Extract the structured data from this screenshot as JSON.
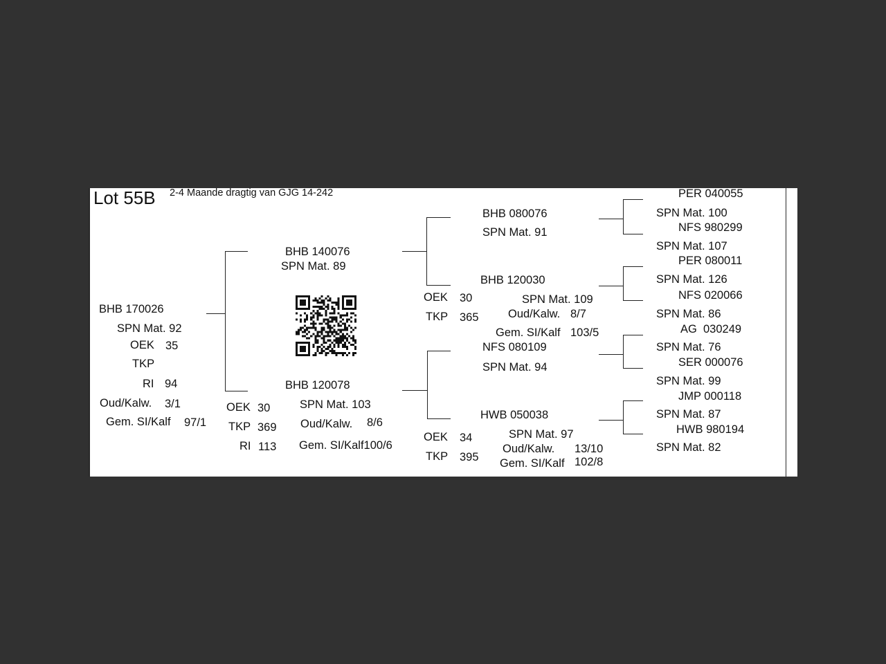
{
  "header": {
    "lot": "Lot 55B",
    "description": "2-4 Maande dragtig van GJG 14-242"
  },
  "animal": {
    "id": "BHB 170026",
    "spn": "SPN Mat. 92",
    "oek_label": "OEK",
    "oek_value": "35",
    "tkp_label": "TKP",
    "ri_label": "RI",
    "ri_value": "94",
    "oud_label": "Oud/Kalw.",
    "oud_value": "3/1",
    "gem_label": "Gem. SI/Kalf",
    "gem_value": "97/1"
  },
  "sire": {
    "id": "BHB 140076",
    "spn": "SPN Mat. 89"
  },
  "dam": {
    "id": "BHB 120078",
    "spn": "SPN Mat. 103",
    "oek_label": "OEK",
    "oek_value": "30",
    "tkp_label": "TKP",
    "tkp_value": "369",
    "ri_label": "RI",
    "ri_value": "113",
    "oud_label": "Oud/Kalw.",
    "oud_value": "8/6",
    "gem": "Gem. SI/Kalf100/6"
  },
  "sire_sire": {
    "id": "BHB 080076",
    "spn": "SPN Mat. 91"
  },
  "sire_dam": {
    "id": "BHB 120030",
    "oek_label": "OEK",
    "oek_value": "30",
    "tkp_label": "TKP",
    "tkp_value": "365",
    "spn": "SPN Mat. 109",
    "oud_label": "Oud/Kalw.",
    "oud_value": "8/7",
    "gem_label": "Gem. SI/Kalf",
    "gem_value": "103/5"
  },
  "dam_sire": {
    "id": "NFS 080109",
    "spn": "SPN Mat. 94"
  },
  "dam_dam": {
    "id": "HWB 050038",
    "oek_label": "OEK",
    "oek_value": "34",
    "tkp_label": "TKP",
    "tkp_value": "395",
    "spn": "SPN Mat. 97",
    "oud_label": "Oud/Kalw.",
    "oud_value": "13/10",
    "gem_label": "Gem. SI/Kalf",
    "gem_value": "102/8"
  },
  "great_grandparents": [
    {
      "id": "PER 040055",
      "spn": "SPN Mat. 100"
    },
    {
      "id": "NFS 980299",
      "spn": "SPN Mat. 107"
    },
    {
      "id": "PER 080011",
      "spn": "SPN Mat. 126"
    },
    {
      "id": "NFS 020066",
      "spn": "SPN Mat. 86"
    },
    {
      "id": "AG  030249",
      "spn": "SPN Mat. 76"
    },
    {
      "id": "SER 000076",
      "spn": "SPN Mat. 99"
    },
    {
      "id": "JMP 000118",
      "spn": "SPN Mat. 87"
    },
    {
      "id": "HWB 980194",
      "spn": "SPN Mat. 82"
    }
  ]
}
